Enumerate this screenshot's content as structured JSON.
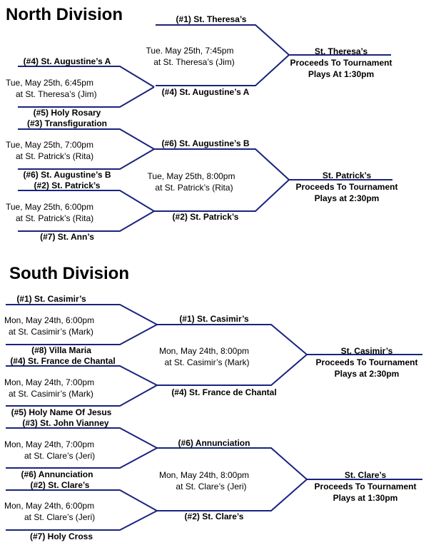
{
  "colors": {
    "line": "#1a237e",
    "text": "#000000",
    "background": "#ffffff"
  },
  "north": {
    "title": "North Division",
    "r1": [
      {
        "top": "(#4) St. Augustine’s A",
        "bottom": "(#5) Holy Rosary",
        "line1": "Tue, May 25th, 6:45pm",
        "line2": "at St. Theresa’s (Jim)"
      },
      {
        "top": "(#3) Transfiguration",
        "bottom": "(#6) St. Augustine’s B",
        "line1": "Tue, May 25th, 7:00pm",
        "line2": "at St. Patrick’s (Rita)"
      },
      {
        "top": "(#2) St. Patrick’s",
        "bottom": "(#7) St. Ann’s",
        "line1": "Tue, May 25th, 6:00pm",
        "line2": "at St. Patrick’s (Rita)"
      }
    ],
    "r2": [
      {
        "top": "(#1) St. Theresa’s",
        "bottom": "(#4) St. Augustine’s A",
        "line1": "Tue. May 25th, 7:45pm",
        "line2": "at St. Theresa’s (Jim)"
      },
      {
        "top": "(#6) St. Augustine’s B",
        "bottom": "(#2) St. Patrick’s",
        "line1": "Tue, May 25th, 8:00pm",
        "line2": "at St. Patrick’s (Rita)"
      }
    ],
    "final": [
      {
        "winner": "St. Theresa’s",
        "line2": "Proceeds To Tournament",
        "line3": "Plays At 1:30pm"
      },
      {
        "winner": "St. Patrick’s",
        "line2": "Proceeds To Tournament",
        "line3": "Plays at 2:30pm"
      }
    ]
  },
  "south": {
    "title": "South Division",
    "r1": [
      {
        "top": "(#1) St. Casimir’s",
        "bottom": "(#8) Villa Maria",
        "line1": "Mon, May 24th, 6:00pm",
        "line2": "at St. Casimir’s (Mark)"
      },
      {
        "top": "(#4) St. France de Chantal",
        "bottom": "(#5) Holy Name Of Jesus",
        "line1": "Mon, May 24th, 7:00pm",
        "line2": "at St. Casimir’s (Mark)"
      },
      {
        "top": "(#3) St. John Vianney",
        "bottom": "(#6) Annunciation",
        "line1": "Mon, May 24th, 7:00pm",
        "line2": "at St. Clare’s (Jeri)"
      },
      {
        "top": "(#2) St. Clare’s",
        "bottom": "(#7) Holy Cross",
        "line1": "Mon, May 24th, 6:00pm",
        "line2": "at St. Clare’s (Jeri)"
      }
    ],
    "r2": [
      {
        "top": "(#1) St. Casimir’s",
        "bottom": "(#4) St. France de Chantal",
        "line1": "Mon, May 24th, 8:00pm",
        "line2": "at St. Casimir’s (Mark)"
      },
      {
        "top": "(#6) Annunciation",
        "bottom": "(#2) St. Clare’s",
        "line1": "Mon, May 24th, 8:00pm",
        "line2": "at St. Clare’s (Jeri)"
      }
    ],
    "final": [
      {
        "winner": "St. Casimir’s",
        "line2": "Proceeds To Tournament",
        "line3": "Plays at 2:30pm"
      },
      {
        "winner": "St. Clare’s",
        "line2": "Proceeds To Tournament",
        "line3": "Plays at 1:30pm"
      }
    ]
  }
}
